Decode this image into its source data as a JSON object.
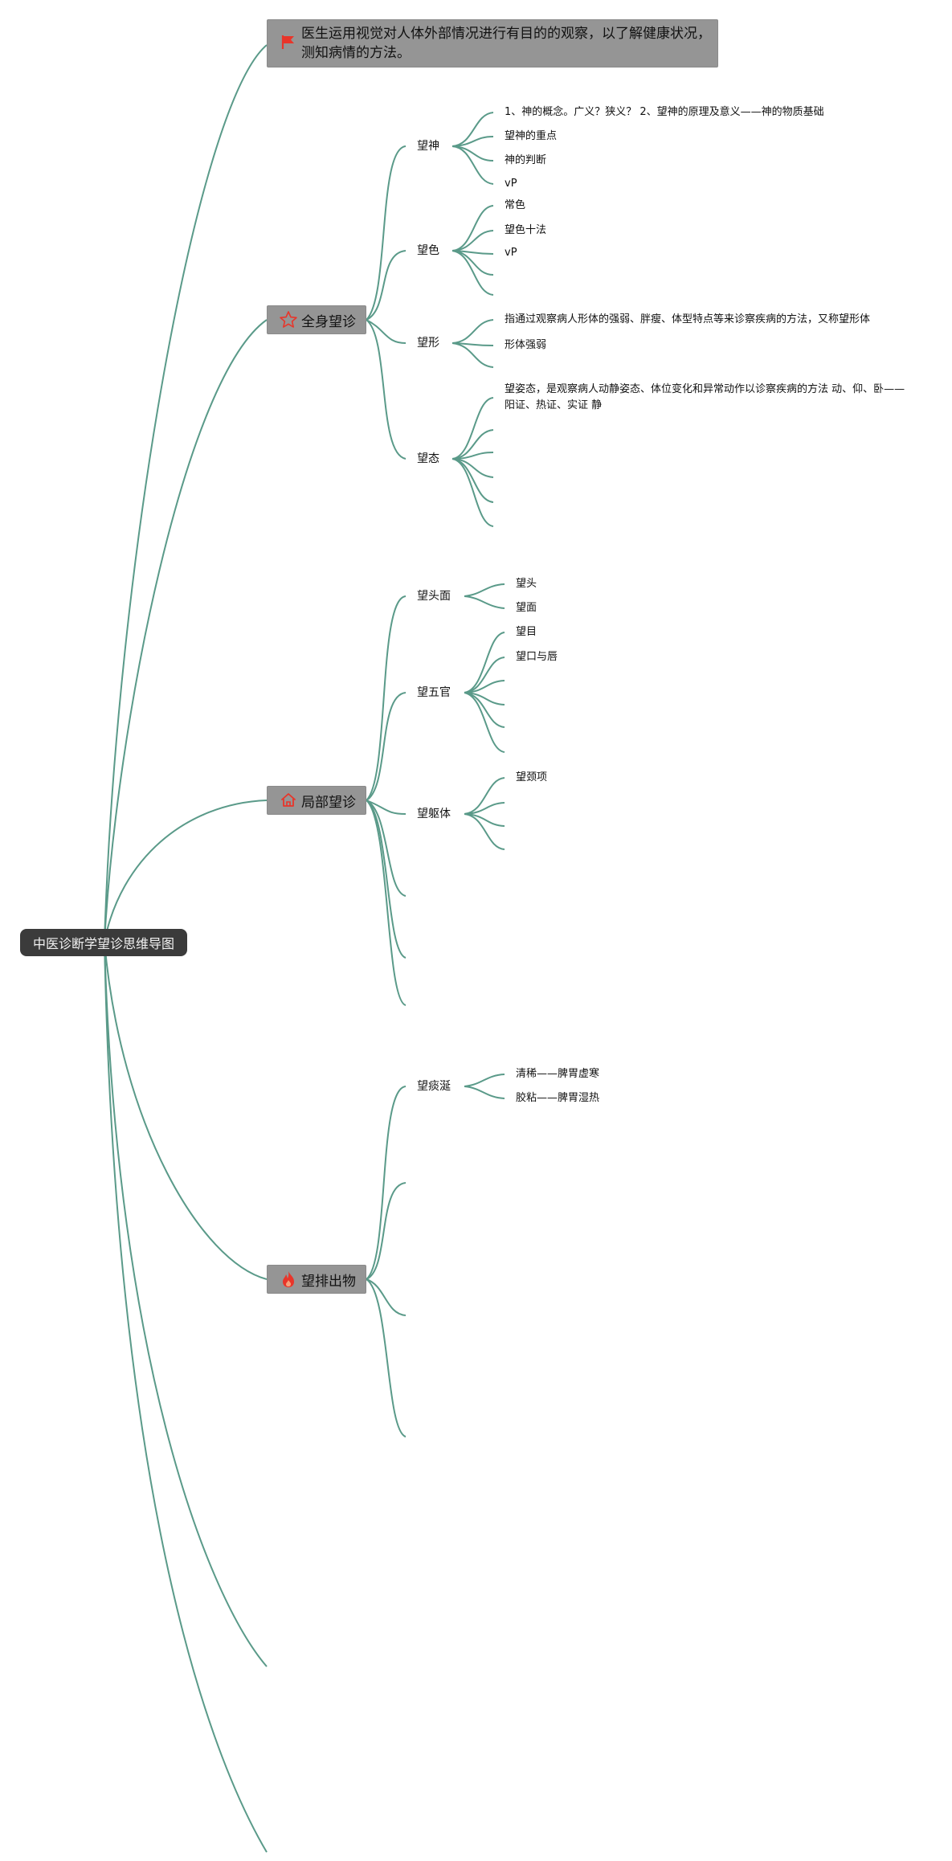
{
  "root": {
    "label": "中医诊断学望诊思维导图"
  },
  "intro": {
    "text": "医生运用视觉对人体外部情况进行有目的的观察，以了解健康状况，测知病情的方法。"
  },
  "quanshen": {
    "label": "全身望诊",
    "wangshen": {
      "label": "望神",
      "items": [
        "1、神的概念。广义？狭义？ 2、望神的原理及意义——神的物质基础",
        "望神的重点",
        "神的判断",
        "vP"
      ]
    },
    "wangse": {
      "label": "望色",
      "items": [
        "常色",
        "望色十法",
        "vP"
      ]
    },
    "wangxing": {
      "label": "望形",
      "items": [
        "指通过观察病人形体的强弱、胖瘦、体型特点等来诊察疾病的方法，又称望形体",
        "形体强弱"
      ]
    },
    "wangtai": {
      "label": "望态",
      "items": [
        "望姿态，是观察病人动静姿态、体位变化和异常动作以诊察疾病的方法 动、仰、卧——阳证、热证、实证 静"
      ]
    }
  },
  "jubu": {
    "label": "局部望诊",
    "wangtoumian": {
      "label": "望头面",
      "items": [
        "望头",
        "望面"
      ]
    },
    "wangwuguan": {
      "label": "望五官",
      "items": [
        "望目",
        "望口与唇"
      ]
    },
    "wangqu": {
      "label": "望躯体",
      "items": [
        "望颈项"
      ]
    }
  },
  "paichu": {
    "label": "望排出物",
    "wangtanxian": {
      "label": "望痰涎",
      "items": [
        "清稀——脾胃虚寒",
        "胶粘——脾胃湿热"
      ]
    }
  },
  "colors": {
    "line": "#5a9a89",
    "root_bg": "#3b3b3b",
    "node_bg": "#959595",
    "icon_red": "#e8352a"
  },
  "icons": {
    "intro": "flag-icon",
    "quanshen": "star-icon",
    "jubu": "house-icon",
    "paichu": "fire-icon"
  }
}
